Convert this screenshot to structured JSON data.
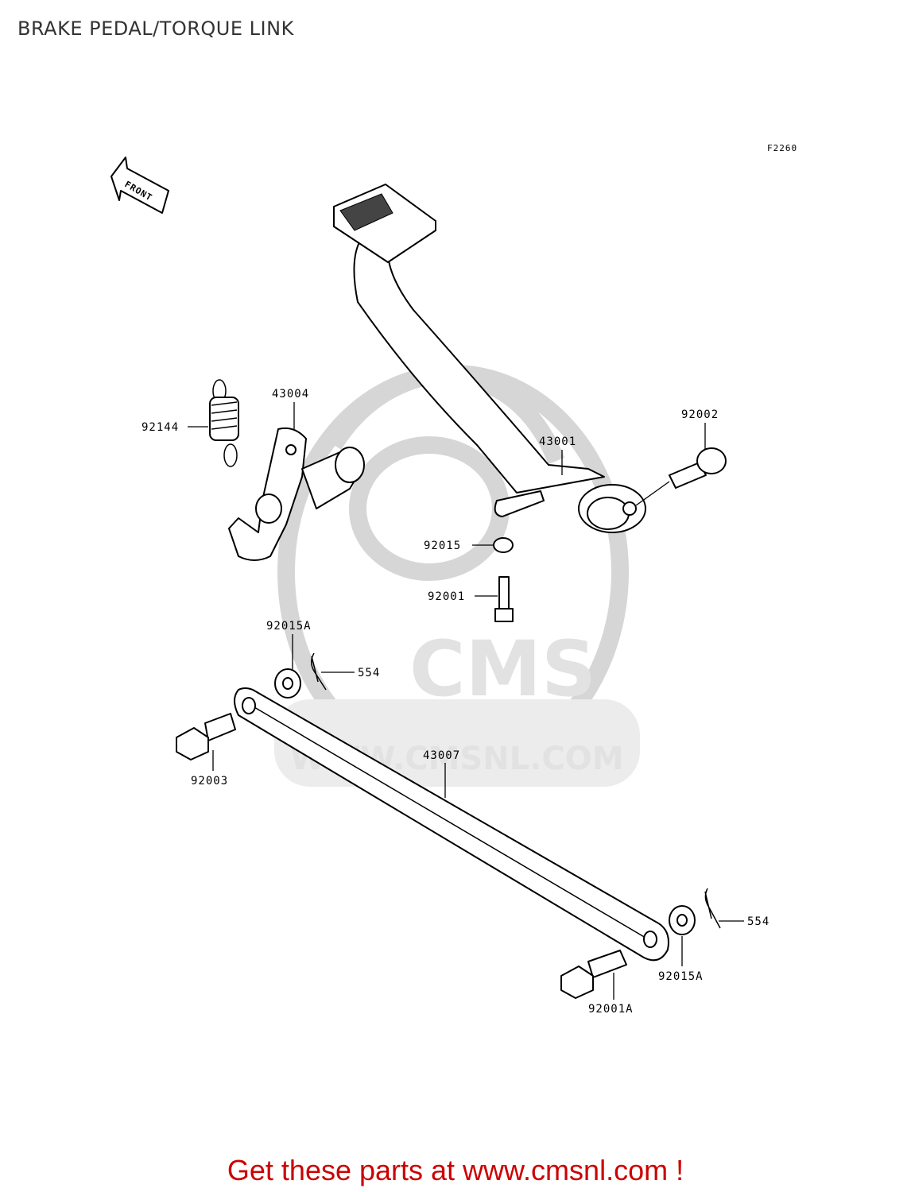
{
  "title": "BRAKE PEDAL/TORQUE LINK",
  "figure_code": "F2260",
  "front_arrow_label": "FRONT",
  "watermark": {
    "brand": "CMS",
    "url": "WWW.CMSNL.COM"
  },
  "labels": {
    "p92144": "92144",
    "p43004": "43004",
    "p43001": "43001",
    "p92002": "92002",
    "p92015": "92015",
    "p92001": "92001",
    "p92015a_top": "92015A",
    "p554_top": "554",
    "p92003": "92003",
    "p43007": "43007",
    "p554_bottom": "554",
    "p92015a_bottom": "92015A",
    "p92001a": "92001A"
  },
  "footer": "Get these parts at www.cmsnl.com !"
}
